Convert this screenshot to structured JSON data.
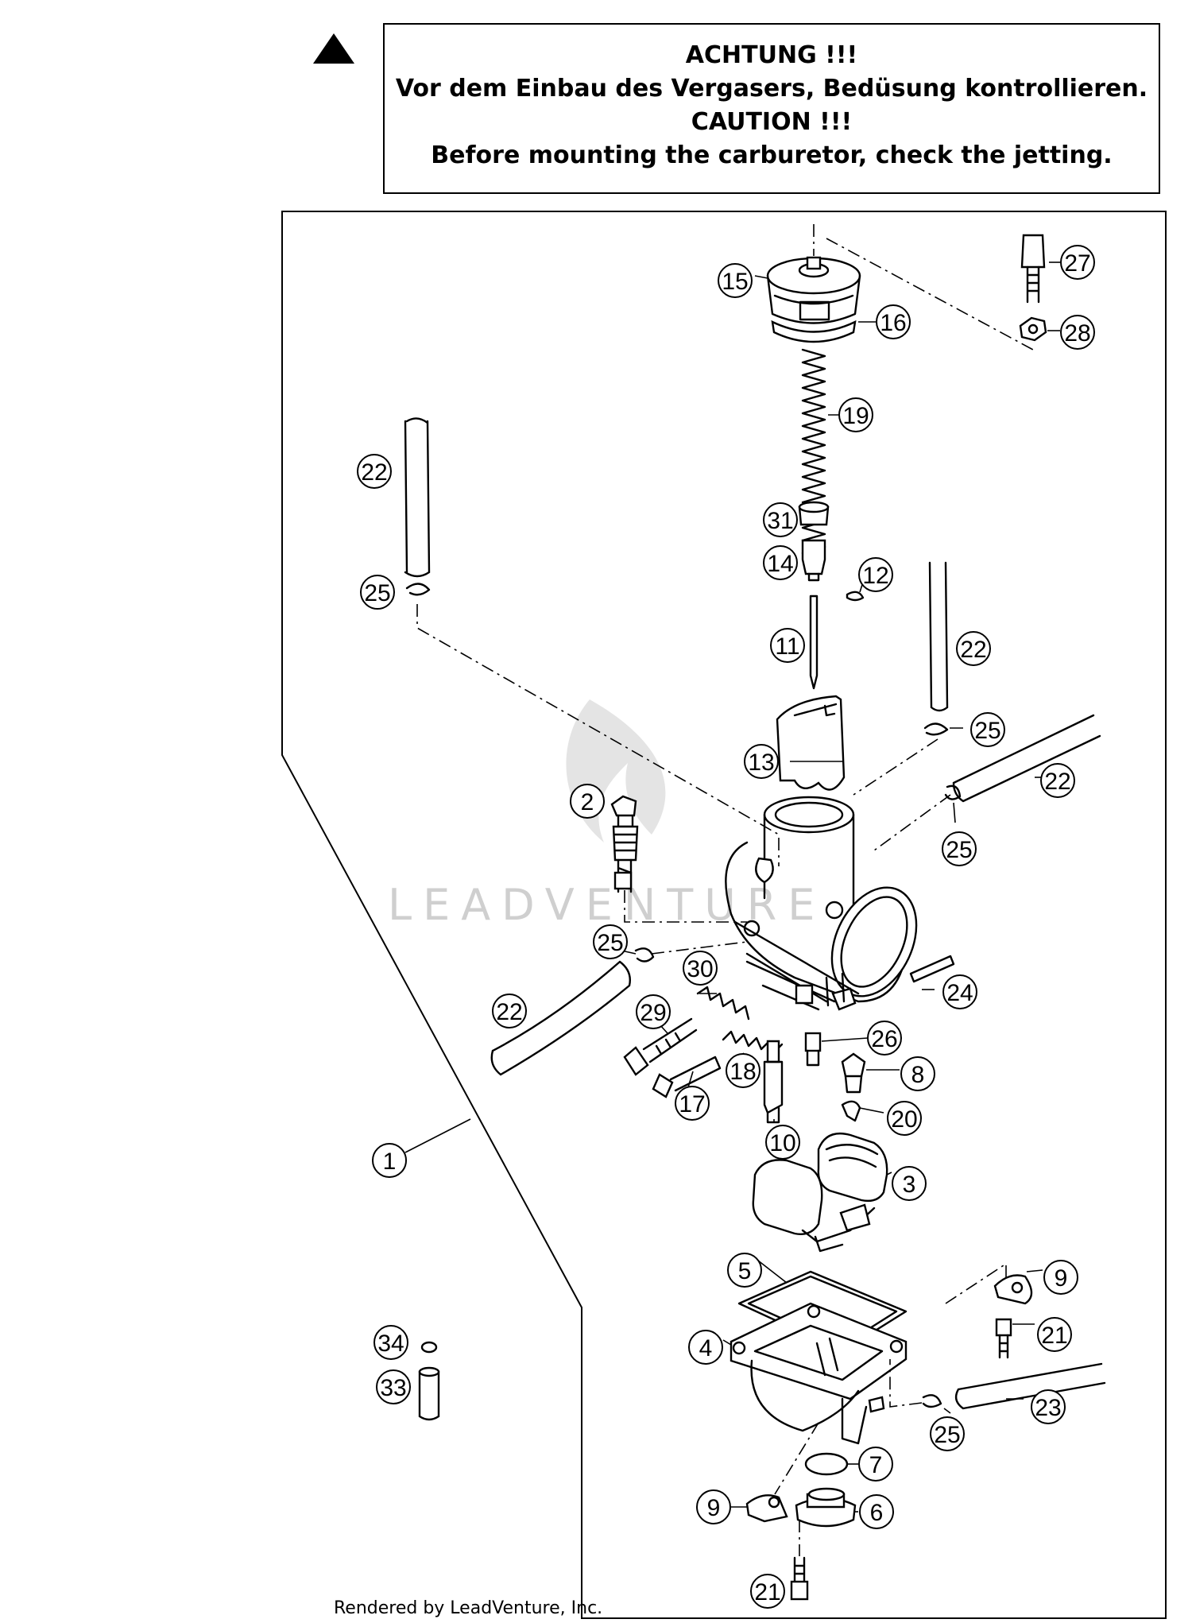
{
  "warning": {
    "symbol": "warning-triangle-icon",
    "lines": [
      "ACHTUNG !!!",
      "Vor dem Einbau des Vergasers, Bedüsung kontrollieren.",
      "CAUTION !!!",
      "Before mounting the carburetor, check the jetting."
    ]
  },
  "watermark": "LEADVENTURE",
  "credit": "Rendered by LeadVenture, Inc.",
  "callouts": [
    {
      "id": "c15",
      "label": "15"
    },
    {
      "id": "c16",
      "label": "16"
    },
    {
      "id": "c27",
      "label": "27"
    },
    {
      "id": "c28",
      "label": "28"
    },
    {
      "id": "c19",
      "label": "19"
    },
    {
      "id": "c22a",
      "label": "22"
    },
    {
      "id": "c25a",
      "label": "25"
    },
    {
      "id": "c31",
      "label": "31"
    },
    {
      "id": "c14",
      "label": "14"
    },
    {
      "id": "c12",
      "label": "12"
    },
    {
      "id": "c11",
      "label": "11"
    },
    {
      "id": "c22b",
      "label": "22"
    },
    {
      "id": "c25b",
      "label": "25"
    },
    {
      "id": "c13",
      "label": "13"
    },
    {
      "id": "c2",
      "label": "2"
    },
    {
      "id": "c22c",
      "label": "22"
    },
    {
      "id": "c25c",
      "label": "25"
    },
    {
      "id": "c25d",
      "label": "25"
    },
    {
      "id": "c30",
      "label": "30"
    },
    {
      "id": "c22d",
      "label": "22"
    },
    {
      "id": "c29",
      "label": "29"
    },
    {
      "id": "c24",
      "label": "24"
    },
    {
      "id": "c26",
      "label": "26"
    },
    {
      "id": "c18",
      "label": "18"
    },
    {
      "id": "c8",
      "label": "8"
    },
    {
      "id": "c17",
      "label": "17"
    },
    {
      "id": "c20",
      "label": "20"
    },
    {
      "id": "c10",
      "label": "10"
    },
    {
      "id": "c1",
      "label": "1"
    },
    {
      "id": "c3",
      "label": "3"
    },
    {
      "id": "c5",
      "label": "5"
    },
    {
      "id": "c9a",
      "label": "9"
    },
    {
      "id": "c21a",
      "label": "21"
    },
    {
      "id": "c4",
      "label": "4"
    },
    {
      "id": "c34",
      "label": "34"
    },
    {
      "id": "c33",
      "label": "33"
    },
    {
      "id": "c23",
      "label": "23"
    },
    {
      "id": "c25e",
      "label": "25"
    },
    {
      "id": "c7",
      "label": "7"
    },
    {
      "id": "c9b",
      "label": "9"
    },
    {
      "id": "c6",
      "label": "6"
    },
    {
      "id": "c21b",
      "label": "21"
    }
  ]
}
